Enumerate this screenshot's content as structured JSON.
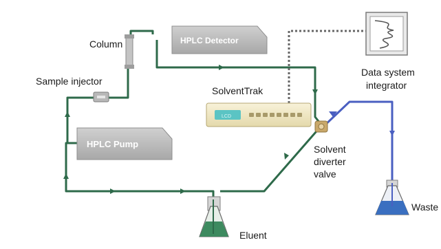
{
  "labels": {
    "column": "Column",
    "sample_injector": "Sample injector",
    "hplc_detector": "HPLC Detector",
    "hplc_pump": "HPLC Pump",
    "solventtrak": "SolventTrak",
    "data_system_line1": "Data system",
    "data_system_line2": "integrator",
    "diverter_line1": "Solvent",
    "diverter_line2": "diverter",
    "diverter_line3": "valve",
    "waste": "Waste",
    "eluent": "Eluent",
    "lcd": "LCD"
  },
  "colors": {
    "tubing_green": "#2e6a4a",
    "waste_tubing_blue": "#4a5fc1",
    "device_gray": "#b9b9b9",
    "solventtrak_body": "#f1e9c6",
    "lcd_teal": "#5bc4c4",
    "eluent_liquid": "#3d8a5f",
    "waste_liquid": "#3a6fc0",
    "valve_tan": "#c9a86a"
  }
}
